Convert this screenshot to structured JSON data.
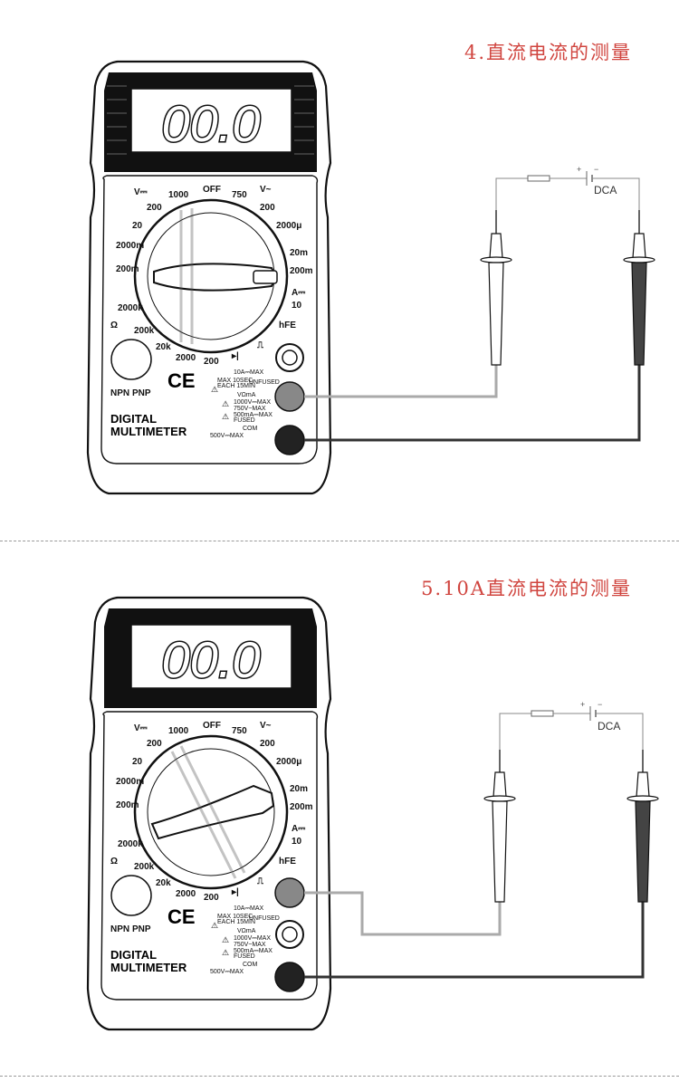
{
  "sections": [
    {
      "title": "4.直流电流的测量",
      "meter": {
        "display": "00.0",
        "brand_line1": "DIGITAL",
        "brand_line2": "MULTIMETER",
        "ce": "CE",
        "v_dc": "V⎓",
        "v_ac": "V~",
        "ohm": "Ω",
        "npn": "NPN",
        "pnp": "PNP",
        "dial": {
          "off": "OFF",
          "v1000": "1000",
          "v750": "750",
          "vdc200": "200",
          "vac200": "200",
          "v20": "20",
          "m2000": "2000m",
          "m200": "200m",
          "k2000": "2000k",
          "k200": "200k",
          "k20": "20k",
          "r2000": "2000",
          "r200": "200",
          "u2000": "2000μ",
          "m20": "20m",
          "m200a": "200m",
          "a": "A⎓",
          "a10": "10",
          "hfe": "hFE"
        },
        "terminals": {
          "t10a": "10A⎓MAX",
          "t10a_note1": "MAX 10SEC",
          "t10a_note2": "EACH 15MIN",
          "unfused": "UNFUSED",
          "vma": "VΩmA",
          "v1000max": "1000V⎓MAX",
          "v750max": "750V~MAX",
          "ma500": "500mA⎓MAX",
          "fused": "FUSED",
          "com": "COM",
          "v500max": "500V⎓MAX"
        }
      },
      "circuit": {
        "source_label": "DCA",
        "plus": "+",
        "minus": "−"
      }
    },
    {
      "title": "5.10A直流电流的测量",
      "meter": {
        "display": "00.0",
        "brand_line1": "DIGITAL",
        "brand_line2": "MULTIMETER",
        "ce": "CE",
        "v_dc": "V⎓",
        "v_ac": "V~",
        "ohm": "Ω",
        "npn": "NPN",
        "pnp": "PNP",
        "dial": {
          "off": "OFF",
          "v1000": "1000",
          "v750": "750",
          "vdc200": "200",
          "vac200": "200",
          "v20": "20",
          "m2000": "2000m",
          "m200": "200m",
          "k2000": "2000k",
          "k200": "200k",
          "k20": "20k",
          "r2000": "2000",
          "r200": "200",
          "u2000": "2000μ",
          "m20": "20m",
          "m200a": "200m",
          "a": "A⎓",
          "a10": "10",
          "hfe": "hFE"
        },
        "terminals": {
          "t10a": "10A⎓MAX",
          "t10a_note1": "MAX 10SEC",
          "t10a_note2": "EACH 15MIN",
          "unfused": "UNFUSED",
          "vma": "VΩmA",
          "v1000max": "1000V⎓MAX",
          "v750max": "750V~MAX",
          "ma500": "500mA⎓MAX",
          "fused": "FUSED",
          "com": "COM",
          "v500max": "500V⎓MAX"
        }
      },
      "circuit": {
        "source_label": "DCA",
        "plus": "+",
        "minus": "−"
      }
    }
  ]
}
